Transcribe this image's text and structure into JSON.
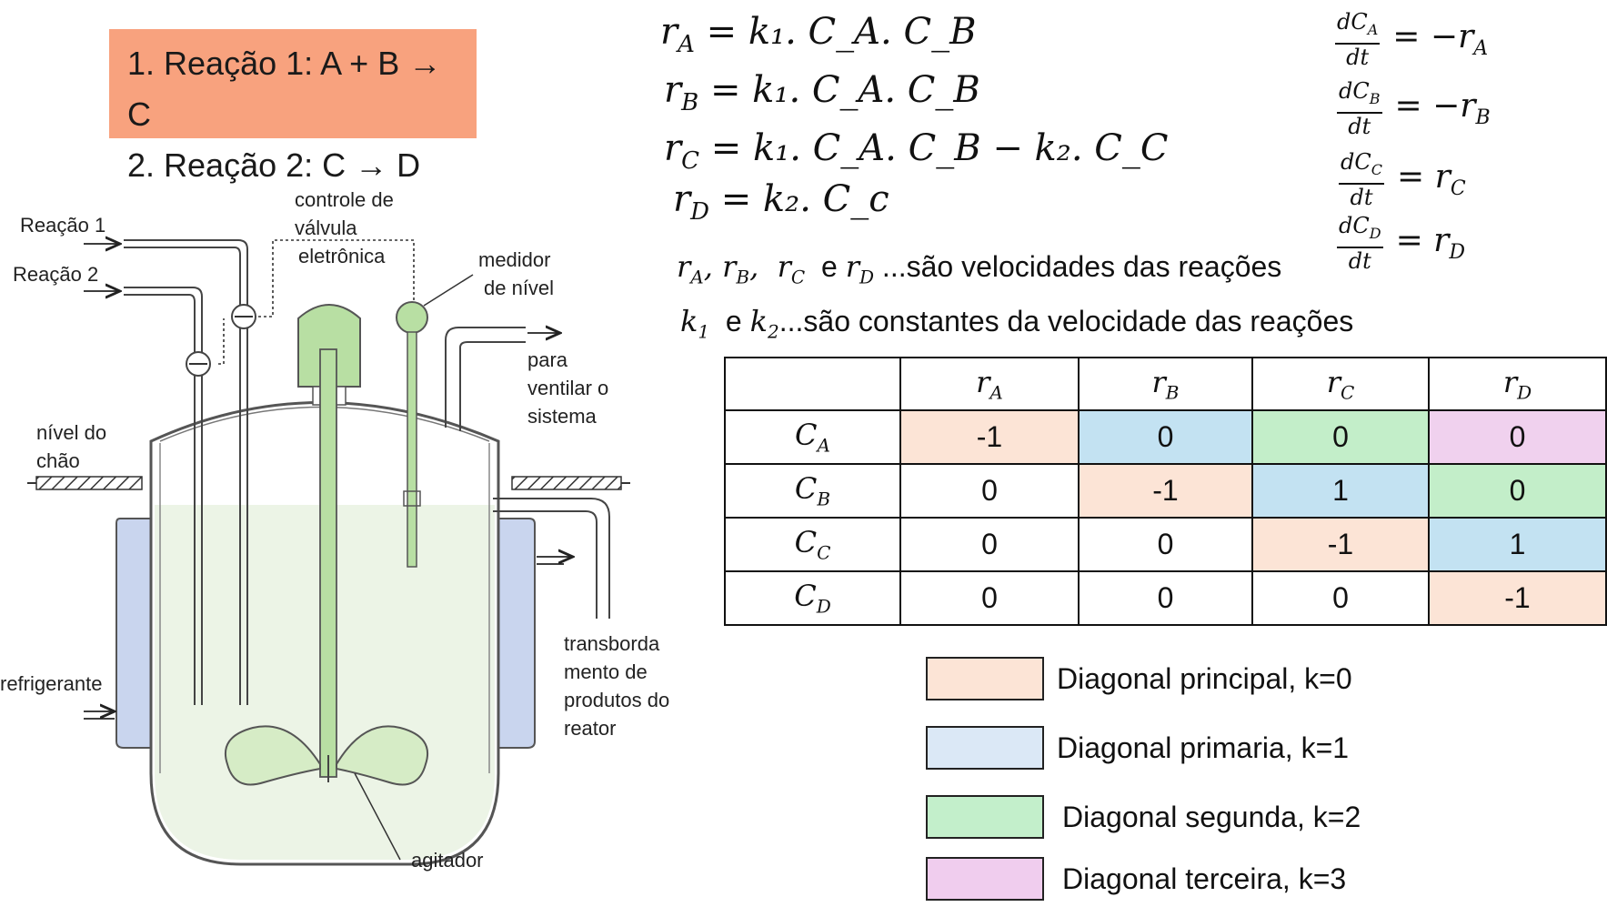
{
  "reactions": {
    "line1": "1. Reação 1: A + B → C",
    "line2": "2. Reação 2: C → D"
  },
  "rate_equations": [
    {
      "lhs": "r",
      "lhs_sub": "A",
      "rhs": "= k₁. C_A. C_B"
    },
    {
      "lhs": "r",
      "lhs_sub": "B",
      "rhs": "= k₁. C_A. C_B"
    },
    {
      "lhs": "r",
      "lhs_sub": "C",
      "rhs": "= k₁. C_A. C_B − k₂. C_C"
    },
    {
      "lhs": "r",
      "lhs_sub": "D",
      "rhs": "= k₂. C_c"
    }
  ],
  "balance_equations": [
    {
      "num": "dC",
      "num_sub": "A",
      "den": "dt",
      "rhs": "= −r",
      "rhs_sub": "A"
    },
    {
      "num": "dC",
      "num_sub": "B",
      "den": "dt",
      "rhs": "= −r",
      "rhs_sub": "B"
    },
    {
      "num": "dC",
      "num_sub": "C",
      "den": "dt",
      "rhs": "= r",
      "rhs_sub": "C"
    },
    {
      "num": "dC",
      "num_sub": "D",
      "den": "dt",
      "rhs": "= r",
      "rhs_sub": "D"
    }
  ],
  "notes": {
    "rates_text": "...são velocidades das reações",
    "rates_connector": "e",
    "constants_text": "...são constantes da velocidade das reações",
    "constants_connector": "e"
  },
  "matrix": {
    "col_headers": [
      {
        "sym": "r",
        "sub": "A"
      },
      {
        "sym": "r",
        "sub": "B"
      },
      {
        "sym": "r",
        "sub": "C"
      },
      {
        "sym": "r",
        "sub": "D"
      }
    ],
    "rows": [
      {
        "sym": "C",
        "sub": "A",
        "values": [
          "-1",
          "0",
          "0",
          "0"
        ],
        "colors": [
          "#fce4d6",
          "#c3e2f2",
          "#c3eec9",
          "#f0d1ee"
        ]
      },
      {
        "sym": "C",
        "sub": "B",
        "values": [
          "0",
          "-1",
          "1",
          "0"
        ],
        "colors": [
          "#ffffff",
          "#fce4d6",
          "#c3e2f2",
          "#c3eec9"
        ]
      },
      {
        "sym": "C",
        "sub": "C",
        "values": [
          "0",
          "0",
          "-1",
          "1"
        ],
        "colors": [
          "#ffffff",
          "#ffffff",
          "#fce4d6",
          "#c3e2f2"
        ]
      },
      {
        "sym": "C",
        "sub": "D",
        "values": [
          "0",
          "0",
          "0",
          "-1"
        ],
        "colors": [
          "#ffffff",
          "#ffffff",
          "#ffffff",
          "#fce4d6"
        ]
      }
    ]
  },
  "legend": [
    {
      "label": "Diagonal principal, k=0",
      "color": "#fce4d6"
    },
    {
      "label": "Diagonal primaria,  k=1",
      "color": "#dbe8f6"
    },
    {
      "label": "Diagonal segunda, k=2",
      "color": "#c3efcb"
    },
    {
      "label": "Diagonal terceira,   k=3",
      "color": "#f0cdee"
    }
  ],
  "reactor_diagram": {
    "reacao1": "Reação 1",
    "reacao2": "Reação 2",
    "controle": [
      "controle de",
      "válvula",
      "eletrônica"
    ],
    "medidor": [
      "medidor",
      "de nível"
    ],
    "ventilar": [
      "para",
      "ventilar o",
      "sistema"
    ],
    "nivel_chao": [
      "nível do",
      "chão"
    ],
    "transbordamento": [
      "transborda",
      "mento de",
      "produtos do",
      "reator"
    ],
    "refrigerante": "refrigerante",
    "agitador": "agitador"
  }
}
